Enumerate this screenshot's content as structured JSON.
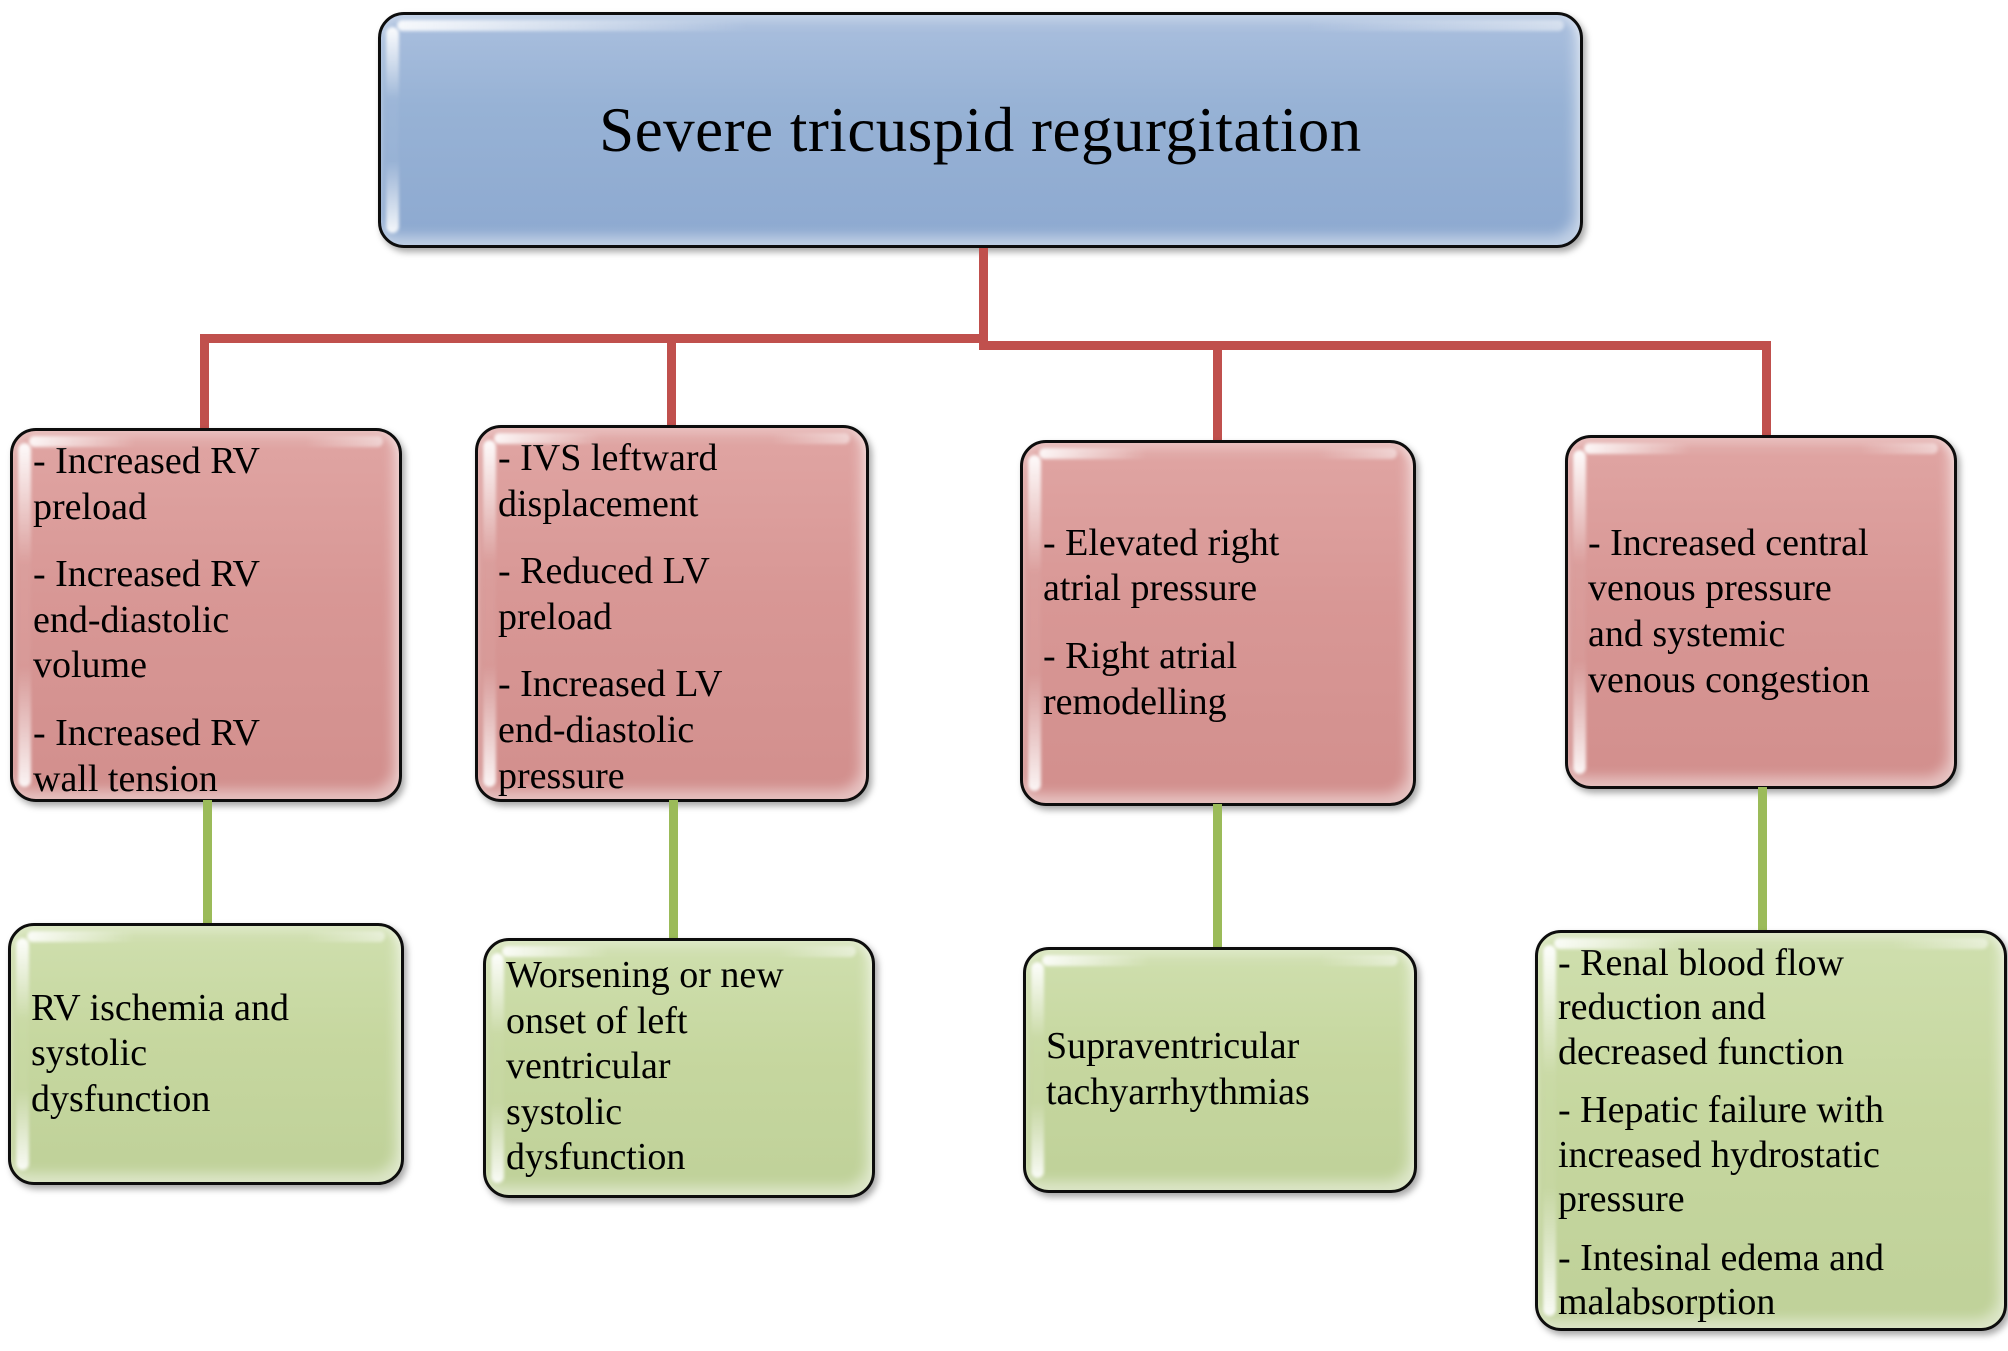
{
  "title": {
    "label": "Severe tricuspid regurgitation"
  },
  "colors": {
    "root_box_fill": "#95b3d7",
    "cause_box_fill": "#d99694",
    "effect_box_fill": "#c3d69b",
    "box_border": "#000000",
    "tree_connector": "#c0504d",
    "cause_effect_connector": "#9bbb59"
  },
  "columns": [
    {
      "cause": {
        "paragraphs": [
          "- Increased RV\npreload",
          "- Increased RV\nend-diastolic\nvolume",
          "- Increased RV\nwall tension"
        ]
      },
      "effect": {
        "paragraphs": [
          "RV ischemia and\nsystolic\ndysfunction"
        ]
      }
    },
    {
      "cause": {
        "paragraphs": [
          "- IVS leftward\ndisplacement",
          "- Reduced LV\npreload",
          "- Increased LV\nend-diastolic\npressure"
        ]
      },
      "effect": {
        "paragraphs": [
          "Worsening or new\nonset of left\nventricular\nsystolic\ndysfunction"
        ]
      }
    },
    {
      "cause": {
        "paragraphs": [
          "- Elevated right\natrial pressure",
          "- Right atrial\nremodelling"
        ]
      },
      "effect": {
        "paragraphs": [
          "Supraventricular\ntachyarrhythmias"
        ]
      }
    },
    {
      "cause": {
        "paragraphs": [
          "- Increased central\nvenous pressure\nand systemic\nvenous congestion"
        ]
      },
      "effect": {
        "paragraphs": [
          "- Renal blood flow\nreduction and\ndecreased function",
          "- Hepatic failure with\nincreased hydrostatic\npressure",
          "- Intesinal edema and\nmalabsorption"
        ]
      }
    }
  ]
}
